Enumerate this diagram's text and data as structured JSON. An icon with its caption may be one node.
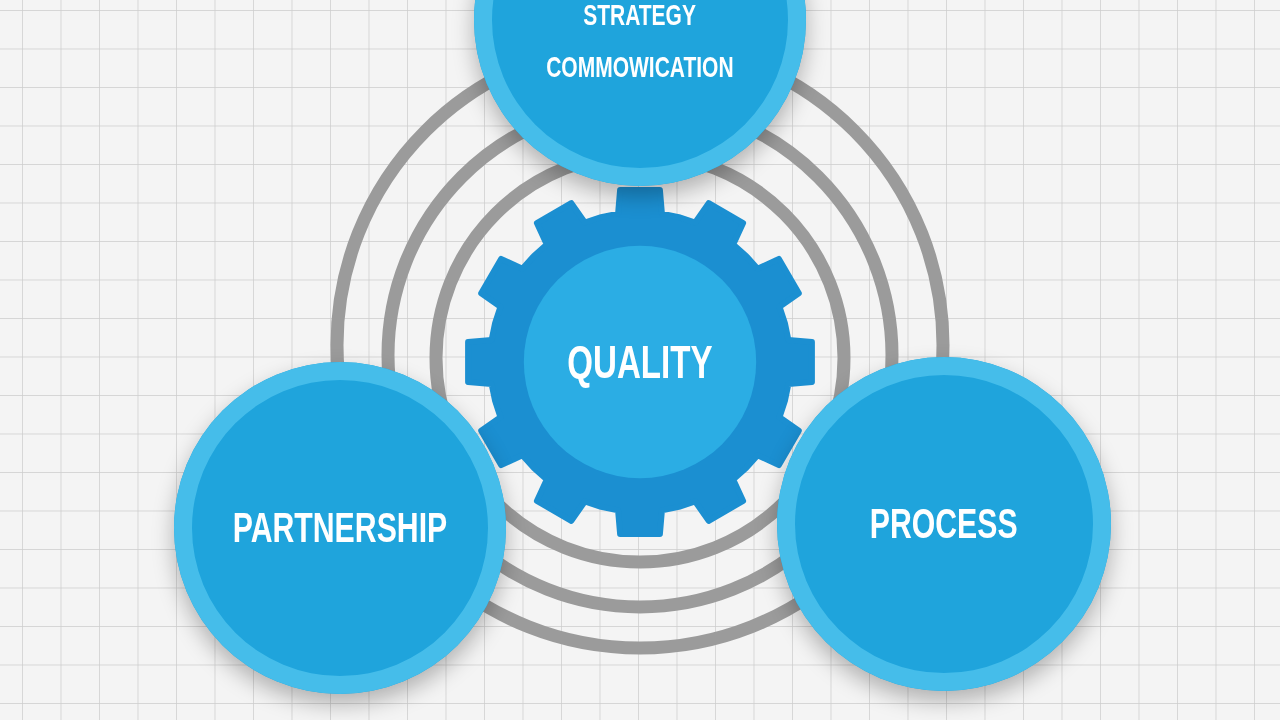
{
  "diagram": {
    "nodes": [
      {
        "text": [
          "STRATEGY",
          "COMMOWICATION"
        ]
      },
      {
        "text": [
          "QUALITY"
        ]
      },
      {
        "text": [
          "PARTNERSHIP"
        ]
      },
      {
        "text": [
          "PROCESS"
        ]
      }
    ],
    "edges": []
  }
}
